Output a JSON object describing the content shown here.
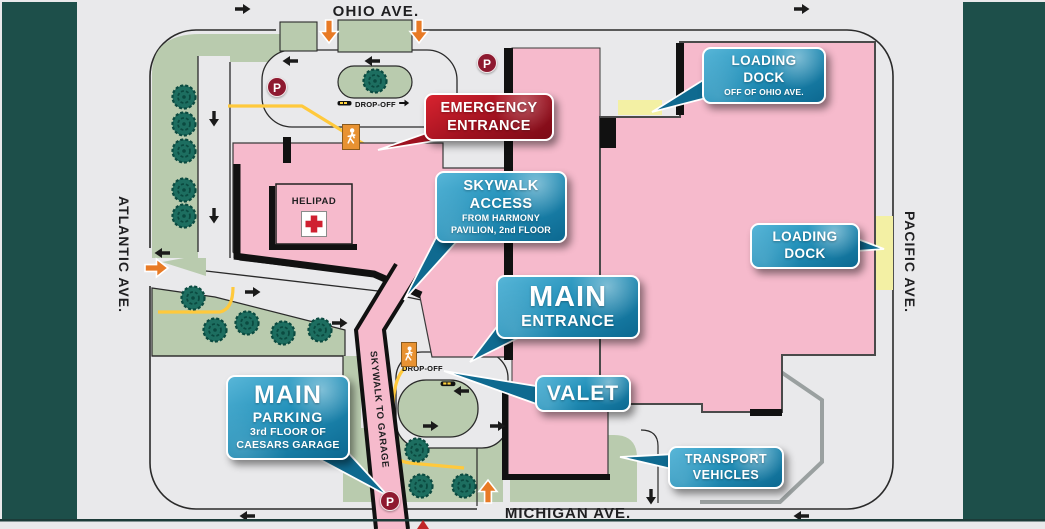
{
  "streets": {
    "top": "OHIO AVE.",
    "left": "ATLANTIC AVE.",
    "right": "PACIFIC AVE.",
    "bottom": "MICHIGAN AVE."
  },
  "callouts": {
    "emergency": {
      "title1": "EMERGENCY",
      "title2": "ENTRANCE"
    },
    "loading_dock_ohio": {
      "title1": "LOADING",
      "title2": "DOCK",
      "subtitle": "OFF OF OHIO AVE."
    },
    "skywalk_access": {
      "title1": "SKYWALK",
      "title2": "ACCESS",
      "subtitle1": "FROM HARMONY",
      "subtitle2": "PAVILION, 2nd FLOOR"
    },
    "main_entrance": {
      "title1": "MAIN",
      "title2": "ENTRANCE"
    },
    "valet": {
      "title": "VALET"
    },
    "main_parking": {
      "title1": "MAIN",
      "title2": "PARKING",
      "subtitle1": "3rd FLOOR OF",
      "subtitle2": "CAESARS GARAGE"
    },
    "loading_dock_pacific": {
      "title1": "LOADING",
      "title2": "DOCK"
    },
    "transport_vehicles": {
      "title1": "TRANSPORT",
      "title2": "VEHICLES"
    }
  },
  "map_labels": {
    "helipad": "HELIPAD",
    "skywalk_to_garage": "SKYWALK TO GARAGE",
    "drop_off_er": "DROP-OFF",
    "drop_off_main": "DROP-OFF",
    "parking_symbol": "P"
  },
  "icons": {
    "parking_icon": "circled P",
    "pedestrian_icon": "walking figure",
    "car_icon": "vehicle pictogram",
    "helipad_cross_icon": "red cross",
    "direction_arrow_icon": "black route arrow",
    "entrance_arrow_icon": "orange entrance arrow",
    "tree_icon": "tree canopy"
  },
  "colors": {
    "frame_teal": "#1d4f4a",
    "road_gray": "#e9e9eb",
    "landscape_green": "#b9cbae",
    "building_pink": "#f6bacc",
    "dock_yellow": "#f3f0a4",
    "pedestrian_path_yellow": "#ffc93c",
    "callout_blue": "#1b87ae",
    "emergency_red": "#b5121f",
    "parking_maroon": "#8e1a30",
    "entrance_orange": "#e87a25"
  }
}
